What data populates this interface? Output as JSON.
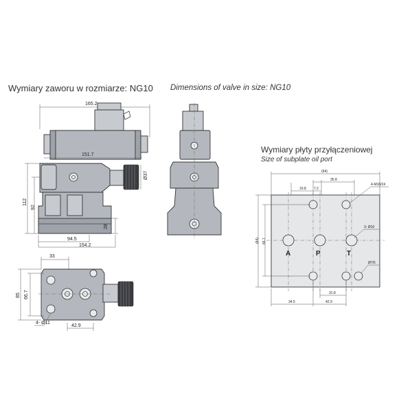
{
  "header": {
    "title_pl": "Wymiary zaworu w rozmiarze: NG10",
    "title_en": "Dimensions of valve in size: NG10"
  },
  "subplate": {
    "title_pl": "Wymiary płyty przyłączeniowej",
    "title_en": "Size of subplate oil port"
  },
  "front_view": {
    "dims": {
      "width_top": "165.2",
      "coil_width": "151.7",
      "height_total": "112",
      "height_body": "92",
      "knob_dia": "Ø37",
      "height_lower": "28",
      "base_half": "94.5",
      "base_width": "154.2"
    }
  },
  "top_view": {
    "dims": {
      "offset_left": "33",
      "depth_total": "85",
      "hole_spacing_y": "66.7",
      "hole_spacing_x": "42.9",
      "holes": "4- Ø11"
    }
  },
  "subplate_view": {
    "dims": {
      "width": "(94)",
      "d_19_8": "19.8",
      "d_7_2": "7.2",
      "d_35_8": "35.8",
      "thread": "4-M10/24",
      "height": "(84)",
      "height_inner": "66.7",
      "ports_dia": "3- Ø10",
      "pin_dia": "Ø7/5",
      "d_31_8": "31.8",
      "d_34_5": "34.5",
      "d_42_9": "42.9"
    },
    "ports": [
      "A",
      "P",
      "T"
    ]
  }
}
